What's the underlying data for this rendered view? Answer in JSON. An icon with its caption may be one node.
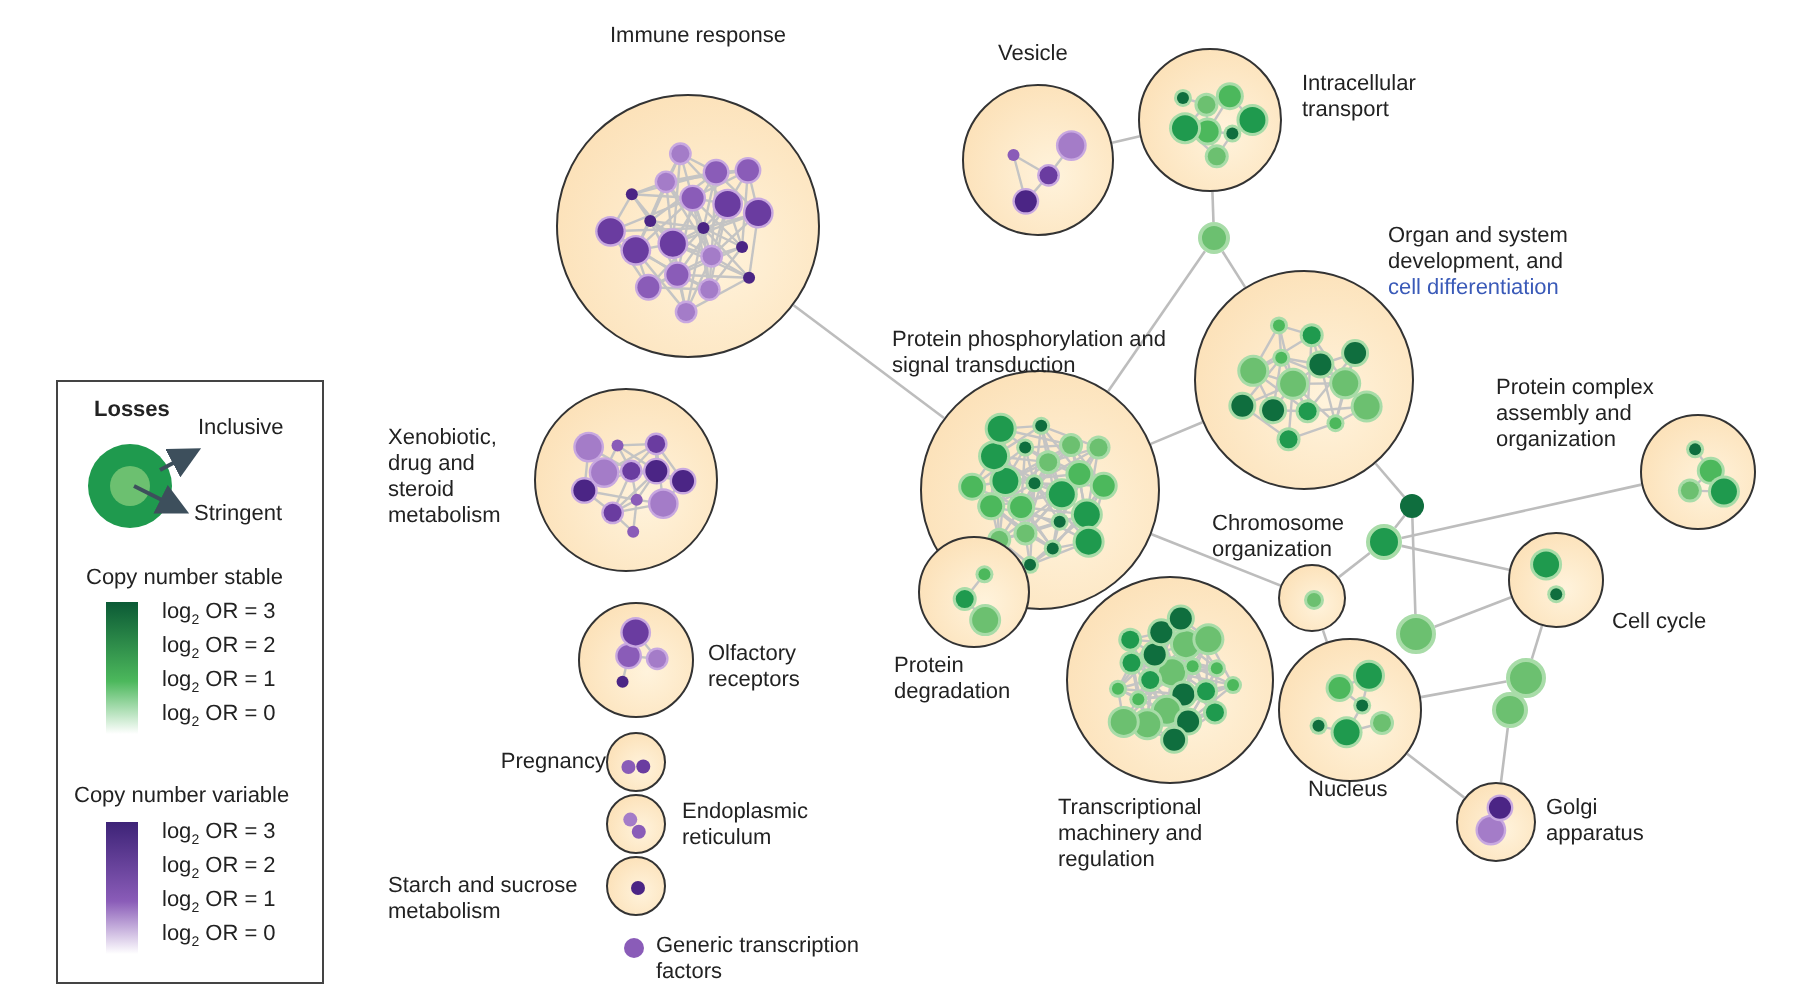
{
  "diagram": {
    "nodes": [
      {
        "text": [
          "Immune response"
        ]
      },
      {
        "text": [
          "Vesicle"
        ]
      },
      {
        "text": [
          "Intracellular transport"
        ]
      },
      {
        "text": [
          "Organ and system development, and",
          "cell differentiation"
        ]
      },
      {
        "text": [
          "Protein phosphorylation and signal transduction"
        ]
      },
      {
        "text": [
          "Xenobiotic, drug and steroid metabolism"
        ]
      },
      {
        "text": [
          "Protein complex assembly and organization"
        ]
      },
      {
        "text": [
          "Chromosome organization"
        ]
      },
      {
        "text": [
          "Cell cycle"
        ]
      },
      {
        "text": [
          "Protein degradation"
        ]
      },
      {
        "text": [
          "Olfactory receptors"
        ]
      },
      {
        "text": [
          "Transcriptional machinery and regulation"
        ]
      },
      {
        "text": [
          "Nucleus"
        ]
      },
      {
        "text": [
          "Pregnancy"
        ]
      },
      {
        "text": [
          "Endoplasmic reticulum"
        ]
      },
      {
        "text": [
          "Golgi apparatus"
        ]
      },
      {
        "text": [
          "Starch and sucrose metabolism"
        ]
      },
      {
        "text": [],
        "shape": "circle"
      },
      {
        "text": [],
        "shape": "circle"
      },
      {
        "text": [],
        "shape": "circle"
      },
      {
        "text": [],
        "shape": "circle"
      },
      {
        "text": [],
        "shape": "circle"
      },
      {
        "text": [],
        "shape": "circle"
      }
    ],
    "edges": [
      {
        "from": 0,
        "to": 4,
        "arrow": "none"
      },
      {
        "from": 1,
        "to": 2,
        "arrow": "none"
      },
      {
        "from": 2,
        "to": 17,
        "arrow": "none"
      },
      {
        "from": 17,
        "to": 3,
        "arrow": "none"
      },
      {
        "from": 17,
        "to": 4,
        "arrow": "none"
      },
      {
        "from": 4,
        "to": 3,
        "arrow": "none"
      },
      {
        "from": 3,
        "to": 18,
        "arrow": "none"
      },
      {
        "from": 18,
        "to": 19,
        "arrow": "none"
      },
      {
        "from": 19,
        "to": 6,
        "arrow": "none"
      },
      {
        "from": 19,
        "to": 7,
        "arrow": "none"
      },
      {
        "from": 19,
        "to": 8,
        "arrow": "none"
      },
      {
        "from": 4,
        "to": 7,
        "arrow": "none"
      },
      {
        "from": 7,
        "to": 12,
        "arrow": "none"
      },
      {
        "from": 12,
        "to": 15,
        "arrow": "none"
      },
      {
        "from": 21,
        "to": 8,
        "arrow": "none"
      },
      {
        "from": 21,
        "to": 12,
        "arrow": "none"
      },
      {
        "from": 20,
        "to": 8,
        "arrow": "none"
      },
      {
        "from": 22,
        "to": 15,
        "arrow": "none"
      },
      {
        "from": 18,
        "to": 20,
        "arrow": "none"
      }
    ],
    "labels": [
      "Losses",
      "Inclusive",
      "Stringent",
      "Copy number stable",
      "log$_{2}$ OR = 3",
      "log$_{2}$ OR = 2",
      "log$_{2}$ OR = 1",
      "log$_{2}$ OR = 0",
      "Copy number variable",
      "log$_{2}$ OR = 3",
      "log$_{2}$ OR = 2",
      "log$_{2}$ OR = 1",
      "log$_{2}$ OR = 0"
    ],
    "legend": [
      {
        "text": "Generic transcription factors"
      }
    ]
  }
}
